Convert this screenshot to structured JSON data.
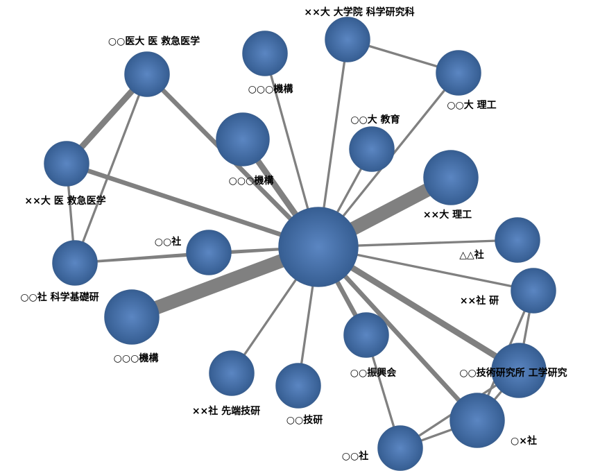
{
  "colors": {
    "node_fill_center": "#5b86c2",
    "node_fill_edge": "#2f5689",
    "node_stroke": "#3a5f8f",
    "edge_color": "#808080",
    "label_color": "#000000"
  },
  "nodes": [
    {
      "id": "hub",
      "label": ""
    },
    {
      "id": "n1",
      "label": "○○医大 医 救急医学"
    },
    {
      "id": "n2",
      "label": "○○○機構"
    },
    {
      "id": "n3",
      "label": "××大 大学院 科学研究科"
    },
    {
      "id": "n4",
      "label": "○○大 理工"
    },
    {
      "id": "n5",
      "label": "○○大 教育"
    },
    {
      "id": "n6",
      "label": "○○○機構"
    },
    {
      "id": "n7",
      "label": "××大 医 救急医学"
    },
    {
      "id": "n8",
      "label": "××大 理工"
    },
    {
      "id": "n9",
      "label": "△△社"
    },
    {
      "id": "n10",
      "label": "○○社"
    },
    {
      "id": "n11",
      "label": "○○社 科学基礎研"
    },
    {
      "id": "n12",
      "label": "××社 研"
    },
    {
      "id": "n13",
      "label": "○○○機構"
    },
    {
      "id": "n14",
      "label": "○○振興会"
    },
    {
      "id": "n15",
      "label": "○○技術研究所 工学研究"
    },
    {
      "id": "n16",
      "label": "××社 先端技研"
    },
    {
      "id": "n17",
      "label": "○○技研"
    },
    {
      "id": "n18",
      "label": "○×社"
    },
    {
      "id": "n19",
      "label": "○○社"
    }
  ],
  "edges": [
    {
      "source": "hub",
      "target": "n13",
      "weight": 9
    },
    {
      "source": "hub",
      "target": "n8",
      "weight": 9
    },
    {
      "source": "hub",
      "target": "n6",
      "weight": 4
    },
    {
      "source": "hub",
      "target": "n15",
      "weight": 4
    },
    {
      "source": "hub",
      "target": "n18",
      "weight": 3
    },
    {
      "source": "hub",
      "target": "n14",
      "weight": 3
    },
    {
      "source": "hub",
      "target": "n1",
      "weight": 3
    },
    {
      "source": "hub",
      "target": "n7",
      "weight": 3
    },
    {
      "source": "hub",
      "target": "n2",
      "weight": 1.5
    },
    {
      "source": "hub",
      "target": "n3",
      "weight": 1.5
    },
    {
      "source": "hub",
      "target": "n4",
      "weight": 1.5
    },
    {
      "source": "hub",
      "target": "n5",
      "weight": 1.5
    },
    {
      "source": "hub",
      "target": "n9",
      "weight": 1.5
    },
    {
      "source": "hub",
      "target": "n10",
      "weight": 1.5
    },
    {
      "source": "hub",
      "target": "n11",
      "weight": 1.5
    },
    {
      "source": "hub",
      "target": "n12",
      "weight": 1.5
    },
    {
      "source": "hub",
      "target": "n16",
      "weight": 1.5
    },
    {
      "source": "hub",
      "target": "n17",
      "weight": 1.5
    },
    {
      "source": "n1",
      "target": "n7",
      "weight": 4
    },
    {
      "source": "n1",
      "target": "n11",
      "weight": 1.5
    },
    {
      "source": "n7",
      "target": "n11",
      "weight": 1.5
    },
    {
      "source": "n10",
      "target": "n11",
      "weight": 1.5
    },
    {
      "source": "n3",
      "target": "n4",
      "weight": 1.5
    },
    {
      "source": "n12",
      "target": "n15",
      "weight": 1.5
    },
    {
      "source": "n12",
      "target": "n18",
      "weight": 1.5
    },
    {
      "source": "n15",
      "target": "n18",
      "weight": 1.5
    },
    {
      "source": "n15",
      "target": "n19",
      "weight": 1.5
    },
    {
      "source": "n18",
      "target": "n19",
      "weight": 1.5
    },
    {
      "source": "n14",
      "target": "n19",
      "weight": 1.5
    }
  ]
}
